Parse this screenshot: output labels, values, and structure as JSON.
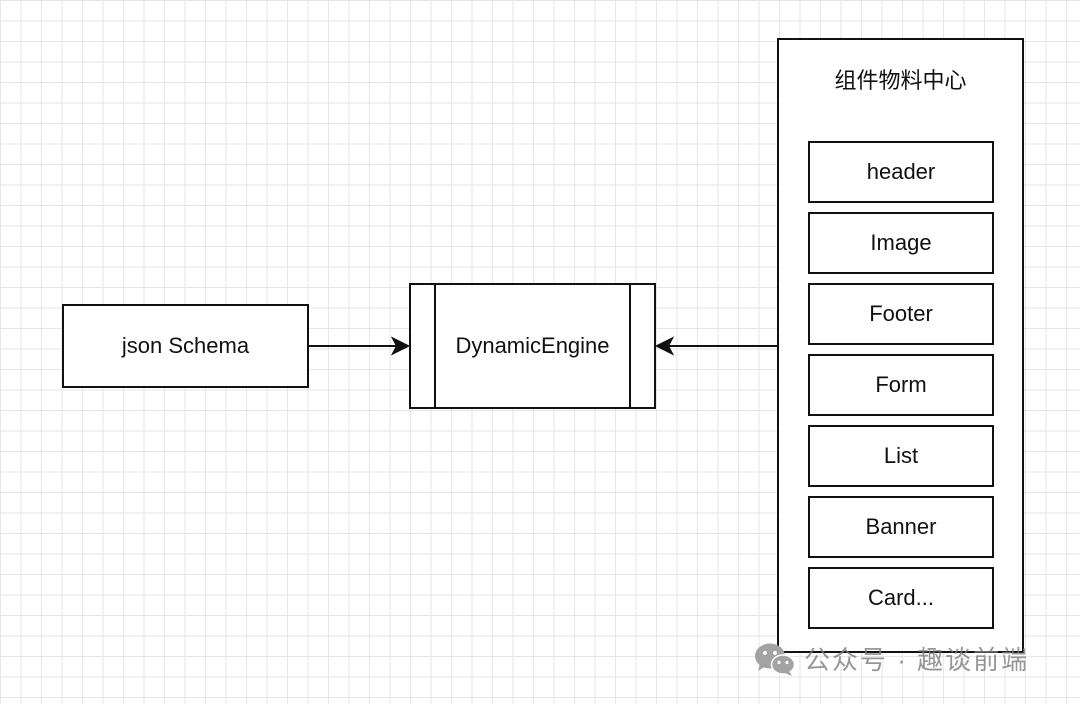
{
  "diagram": {
    "source_node": {
      "label": "json Schema"
    },
    "engine_node": {
      "label": "DynamicEngine"
    },
    "component_center": {
      "title": "组件物料中心",
      "items": [
        "header",
        "Image",
        "Footer",
        "Form",
        "List",
        "Banner",
        "Card..."
      ]
    }
  },
  "watermark": {
    "icon": "wechat-icon",
    "text": "公众号 · 趣谈前端"
  },
  "colors": {
    "stroke": "#111111",
    "grid": "#e6e6e6",
    "background": "#ffffff",
    "watermark": "#7d7d7d"
  }
}
